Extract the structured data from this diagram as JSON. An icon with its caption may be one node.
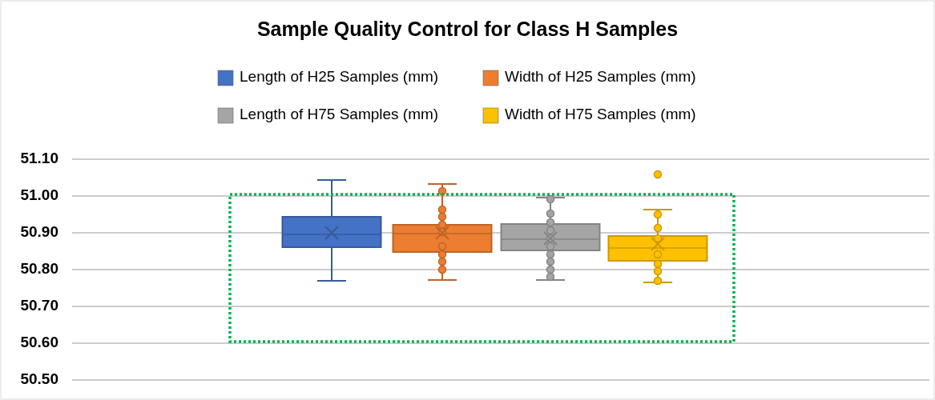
{
  "diagram": {
    "title": "Sample Quality Control for Class H Samples",
    "labels": [
      "51.10",
      "51.00",
      "50.90",
      "50.80",
      "50.70",
      "50.60",
      "50.50"
    ],
    "legend": [
      {
        "text": "Length of H25 Samples (mm)",
        "color": "#4472c4"
      },
      {
        "text": "Width of H25 Samples (mm)",
        "color": "#ed7d31"
      },
      {
        "text": "Length of H75 Samples (mm)",
        "color": "#a5a5a5"
      },
      {
        "text": "Width of H75 Samples (mm)",
        "color": "#ffc000"
      }
    ]
  }
}
